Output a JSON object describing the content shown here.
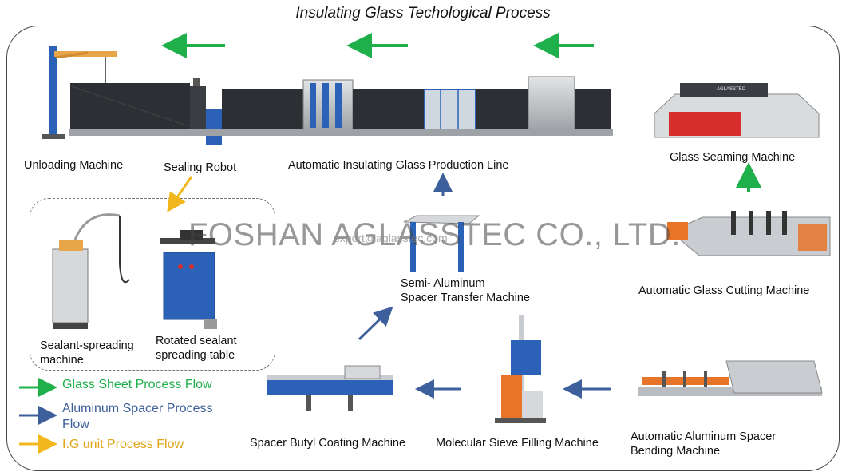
{
  "title": "Insulating Glass Techological Process",
  "watermark": "FOSHAN AGLASSTEC CO., LTD.",
  "watermark_email": "export@aglasstec.com",
  "labels": {
    "unloading": "Unloading Machine",
    "sealing_robot": "Sealing Robot",
    "production_line": "Automatic Insulating Glass Production Line",
    "seaming": "Glass Seaming Machine",
    "cutting": "Automatic Glass Cutting Machine",
    "semi_line1": "Semi- Aluminum",
    "semi_line2": "Spacer Transfer Machine",
    "sealant_line1": "Sealant-spreading",
    "sealant_line2": "machine",
    "rotated_line1": "Rotated sealant",
    "rotated_line2": "spreading table",
    "butyl": "Spacer Butyl Coating Machine",
    "sieve": "Molecular Sieve Filling Machine",
    "bending_line1": "Automatic Aluminum Spacer",
    "bending_line2": "Bending Machine",
    "machine_brand": "AGLASSTEC"
  },
  "legend": {
    "glass": "Glass Sheet Process Flow",
    "spacer_line1": "Aluminum Spacer Process",
    "spacer_line2": "Flow",
    "ig": "I.G unit Process Flow"
  },
  "colors": {
    "glass_flow": "#1faf4b",
    "spacer_flow": "#3d5f9b",
    "ig_flow": "#f2b71c",
    "machine_blue": "#2b62b8",
    "panel_dark": "#2c2f33",
    "steel": "#b9bcc0",
    "accent_orange": "#e8742a",
    "seaming_red": "#d62d2d"
  }
}
